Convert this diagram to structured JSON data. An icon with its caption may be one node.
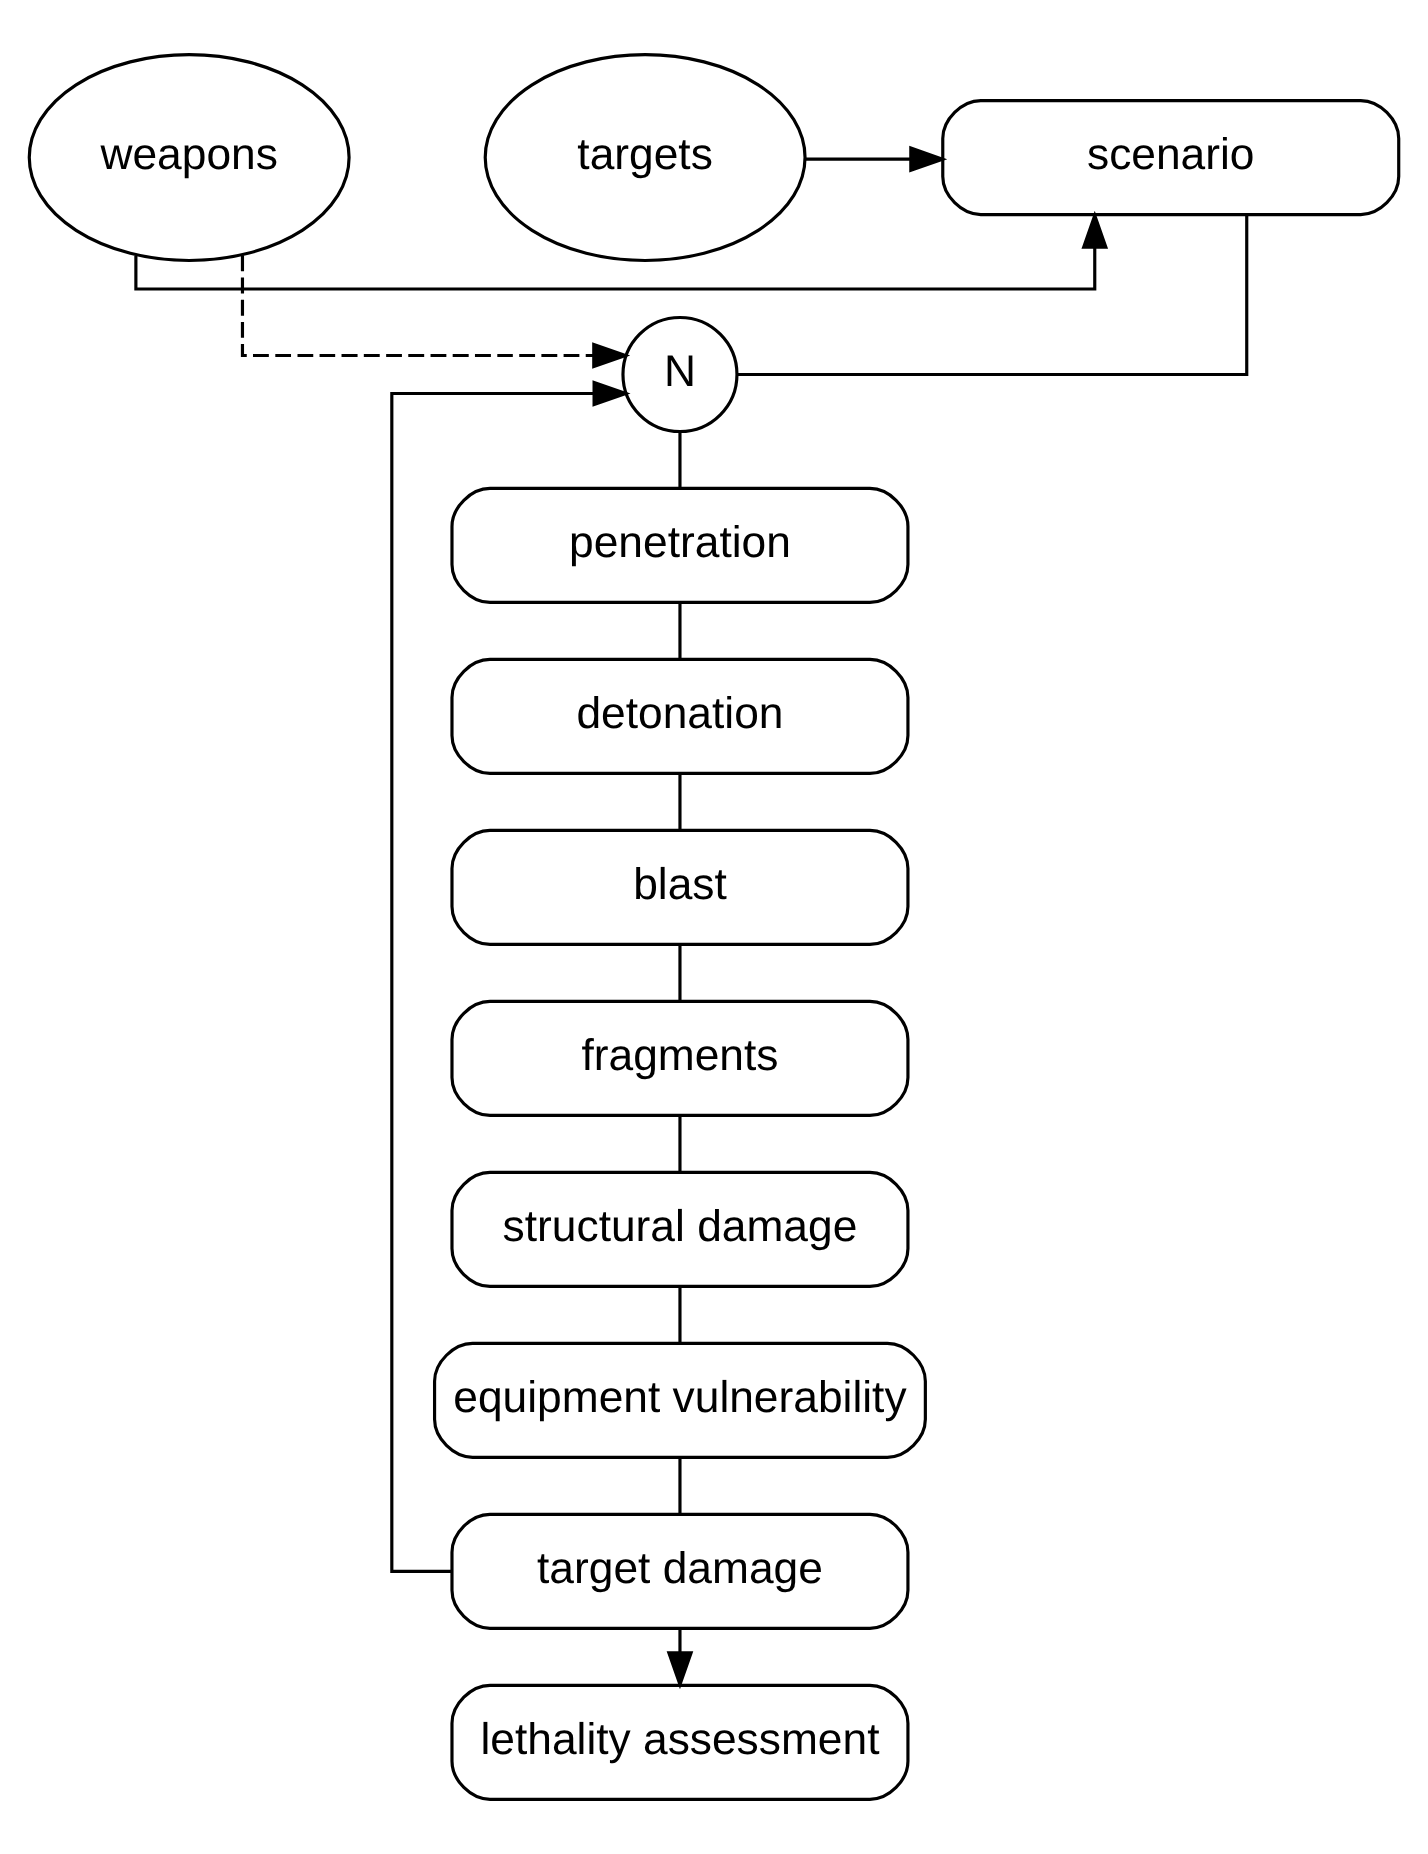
{
  "diagram": {
    "nodes": [
      {
        "text": [
          "weapons"
        ]
      },
      {
        "text": [
          "scenario"
        ]
      },
      {
        "text": [
          "targets"
        ]
      },
      {
        "text": [
          "N"
        ]
      },
      {
        "text": [
          "penetration"
        ]
      },
      {
        "text": [
          "detonation"
        ]
      },
      {
        "text": [
          "blast"
        ]
      },
      {
        "text": [
          "fragments"
        ]
      },
      {
        "text": [
          "structural damage"
        ]
      },
      {
        "text": [
          "equipment vulnerability"
        ]
      },
      {
        "text": [
          "target damage"
        ]
      },
      {
        "text": [
          "lethality assessment"
        ]
      }
    ],
    "edges": [
      {
        "from": 0,
        "to": 1,
        "arrow": "to"
      },
      {
        "from": 2,
        "to": 1,
        "arrow": "to"
      },
      {
        "from": 1,
        "to": 3,
        "arrow": "none"
      },
      {
        "from": 0,
        "to": 3,
        "arrow": "to",
        "style": "dashed"
      },
      {
        "from": 3,
        "to": 4,
        "arrow": "none"
      },
      {
        "from": 4,
        "to": 5,
        "arrow": "none"
      },
      {
        "from": 5,
        "to": 6,
        "arrow": "none"
      },
      {
        "from": 6,
        "to": 7,
        "arrow": "none"
      },
      {
        "from": 7,
        "to": 8,
        "arrow": "none"
      },
      {
        "from": 8,
        "to": 9,
        "arrow": "none"
      },
      {
        "from": 9,
        "to": 10,
        "arrow": "none"
      },
      {
        "from": 10,
        "to": 11,
        "arrow": "to"
      },
      {
        "from": 10,
        "to": 3,
        "arrow": "to"
      }
    ]
  }
}
